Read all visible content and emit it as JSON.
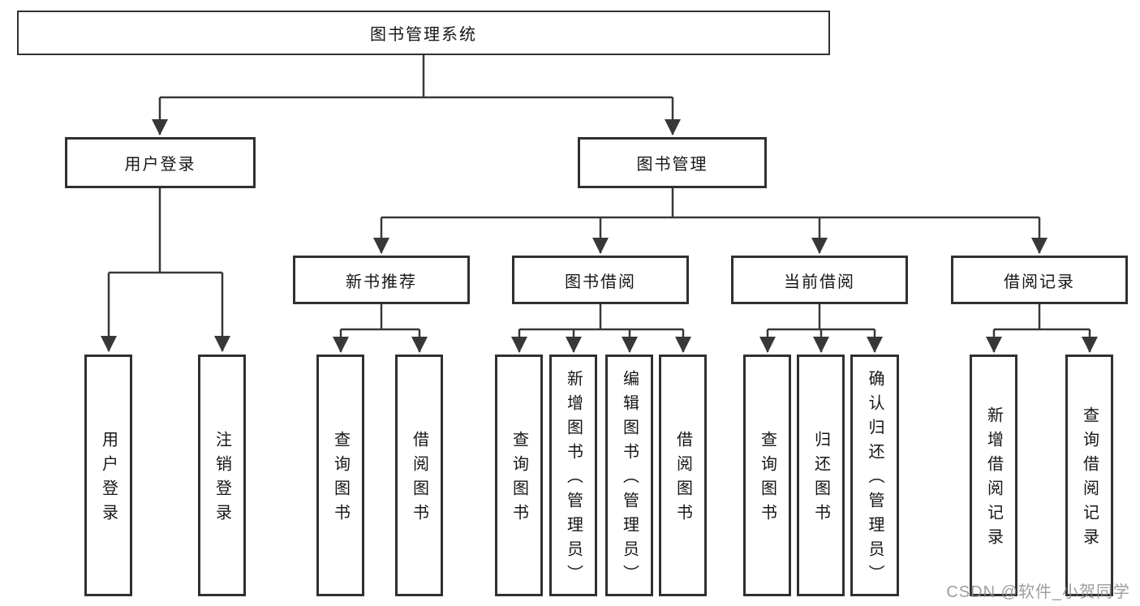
{
  "tree": {
    "label": "图书管理系统",
    "children": [
      {
        "label": "用户登录",
        "children": [
          {
            "label": "用户登录"
          },
          {
            "label": "注销登录"
          }
        ]
      },
      {
        "label": "图书管理",
        "children": [
          {
            "label": "新书推荐",
            "children": [
              {
                "label": "查询图书"
              },
              {
                "label": "借阅图书"
              }
            ]
          },
          {
            "label": "图书借阅",
            "children": [
              {
                "label": "查询图书"
              },
              {
                "label": "新增图书（管理员）"
              },
              {
                "label": "编辑图书（管理员）"
              },
              {
                "label": "借阅图书"
              }
            ]
          },
          {
            "label": "当前借阅",
            "children": [
              {
                "label": "查询图书"
              },
              {
                "label": "归还图书"
              },
              {
                "label": "确认归还（管理员）"
              }
            ]
          },
          {
            "label": "借阅记录",
            "children": [
              {
                "label": "新增借阅记录"
              },
              {
                "label": "查询借阅记录"
              }
            ]
          }
        ]
      }
    ]
  },
  "watermark": {
    "text": "CSDN @软件_小贺同学"
  },
  "colors": {
    "line": "#383838",
    "box_border": "#303030",
    "text": "#161616",
    "watermark": "#8c8c8c"
  }
}
